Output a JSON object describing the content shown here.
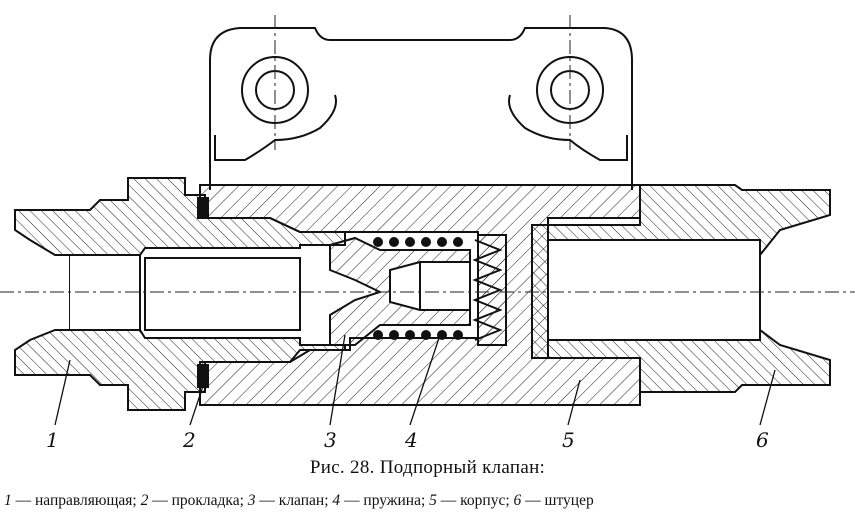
{
  "caption": {
    "title": "Рис. 28. Подпорный клапан:",
    "legend": [
      {
        "num": "1",
        "text": "направляющая"
      },
      {
        "num": "2",
        "text": "прокладка"
      },
      {
        "num": "3",
        "text": "клапан"
      },
      {
        "num": "4",
        "text": "пружина"
      },
      {
        "num": "5",
        "text": "корпус"
      },
      {
        "num": "6",
        "text": "штуцер"
      }
    ]
  },
  "callouts": [
    "1",
    "2",
    "3",
    "4",
    "5",
    "6"
  ]
}
